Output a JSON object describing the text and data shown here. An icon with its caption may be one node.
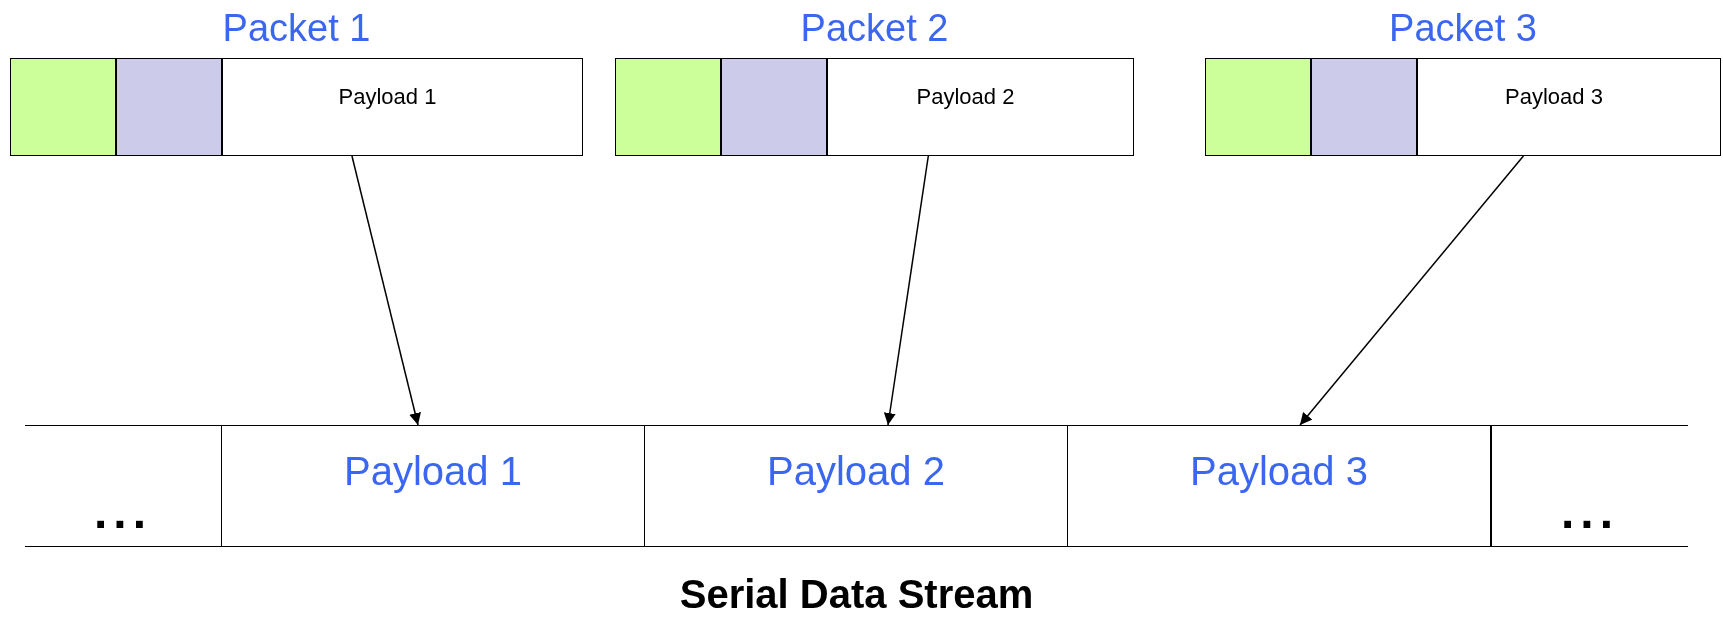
{
  "diagram": {
    "nodes": [
      {
        "text": [
          "Packet 1"
        ]
      },
      {
        "text": [],
        "shape": "box",
        "in": 0
      },
      {
        "text": [],
        "shape": "box",
        "in": 0
      },
      {
        "text": [
          "Payload 1"
        ],
        "in": 0
      },
      {
        "text": [
          "Packet 2"
        ]
      },
      {
        "text": [],
        "shape": "box",
        "in": 4
      },
      {
        "text": [],
        "shape": "box",
        "in": 4
      },
      {
        "text": [
          "Payload 2"
        ],
        "in": 4
      },
      {
        "text": [
          "Packet 3"
        ]
      },
      {
        "text": [],
        "shape": "box",
        "in": 8
      },
      {
        "text": [],
        "shape": "box",
        "in": 8
      },
      {
        "text": [
          "Payload 3"
        ],
        "in": 8
      },
      {
        "text": [
          "Serial Data Stream"
        ]
      },
      {
        "text": [
          "..."
        ],
        "in": 12
      },
      {
        "text": [
          "Payload 1"
        ],
        "in": 12
      },
      {
        "text": [
          "Payload 2"
        ],
        "in": 12
      },
      {
        "text": [
          "Payload 3"
        ],
        "in": 12
      },
      {
        "text": [
          "..."
        ],
        "in": 12
      }
    ],
    "edges": [
      {
        "from": 3,
        "to": 14,
        "arrow": "to"
      },
      {
        "from": 7,
        "to": 15,
        "arrow": "to"
      },
      {
        "from": 11,
        "to": 16,
        "arrow": "to"
      }
    ]
  }
}
